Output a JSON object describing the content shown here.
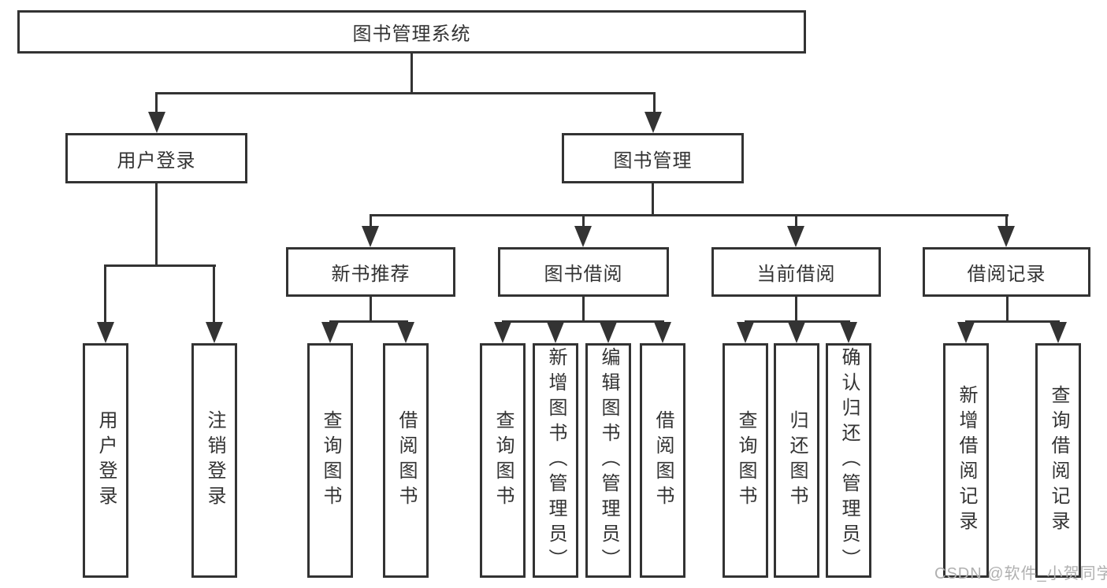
{
  "diagram": {
    "root": {
      "label": "图书管理系统"
    },
    "level2": [
      {
        "label": "用户登录"
      },
      {
        "label": "图书管理"
      }
    ],
    "level3": [
      {
        "label": "新书推荐"
      },
      {
        "label": "图书借阅"
      },
      {
        "label": "当前借阅"
      },
      {
        "label": "借阅记录"
      }
    ],
    "leaves": [
      {
        "label": "用户登录"
      },
      {
        "label": "注销登录"
      },
      {
        "label": "查询图书"
      },
      {
        "label": "借阅图书"
      },
      {
        "label": "查询图书"
      },
      {
        "label": "新增图书（管理员）"
      },
      {
        "label": "编辑图书（管理员）"
      },
      {
        "label": "借阅图书"
      },
      {
        "label": "查询图书"
      },
      {
        "label": "归还图书"
      },
      {
        "label": "确认归还（管理员）"
      },
      {
        "label": "新增借阅记录"
      },
      {
        "label": "查询借阅记录"
      }
    ]
  },
  "watermark": {
    "text": "CSDN @软件_小贺同学"
  },
  "colors": {
    "line": "#333333",
    "text": "#333333",
    "watermark": "#b0b0b0",
    "background": "#ffffff"
  }
}
